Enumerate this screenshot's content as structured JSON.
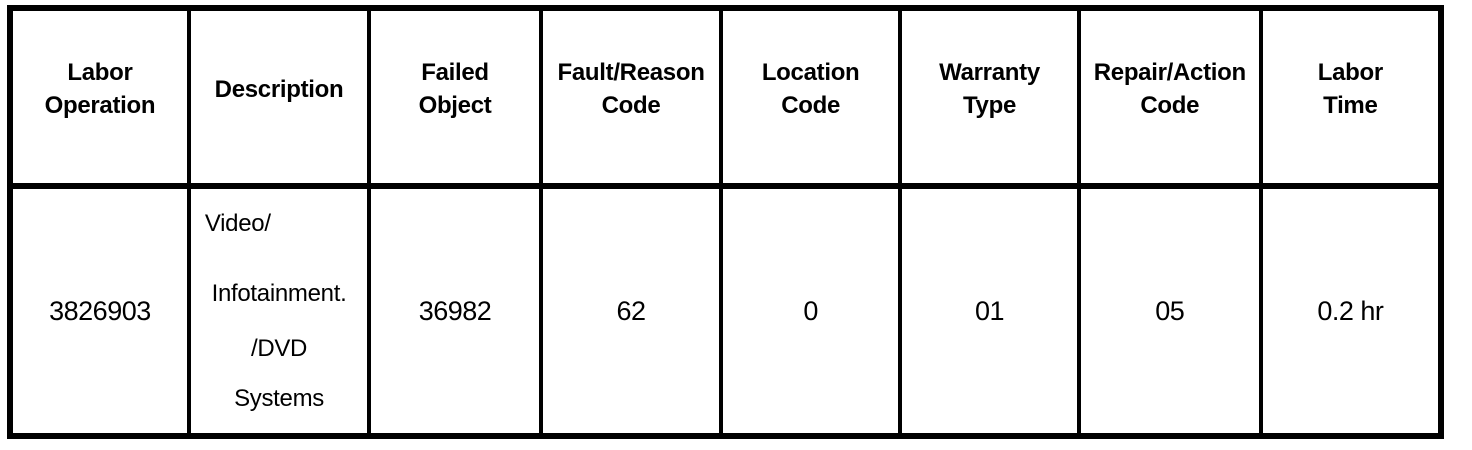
{
  "page": {
    "background_color": "#ffffff",
    "border_color": "#000000",
    "text_color": "#000000"
  },
  "table": {
    "headers": [
      {
        "id": "labor-operation",
        "label": "Labor\nOperation"
      },
      {
        "id": "description",
        "label": "Description"
      },
      {
        "id": "failed-object",
        "label": "Failed\nObject"
      },
      {
        "id": "fault-reason-code",
        "label": "Fault/Reason\nCode"
      },
      {
        "id": "location-code",
        "label": "Location\nCode"
      },
      {
        "id": "warranty-type",
        "label": "Warranty\nType"
      },
      {
        "id": "repair-action-code",
        "label": "Repair/Action\nCode"
      },
      {
        "id": "labor-time",
        "label": "Labor\nTime"
      }
    ],
    "rows": [
      {
        "labor_operation": "3826903",
        "description_lines": [
          "Video/",
          "Infotainment.",
          "/DVD",
          "Systems"
        ],
        "failed_object": "36982",
        "fault_reason_code": "62",
        "location_code": "0",
        "warranty_type": "01",
        "repair_action_code": "05",
        "labor_time": "0.2 hr"
      }
    ]
  }
}
